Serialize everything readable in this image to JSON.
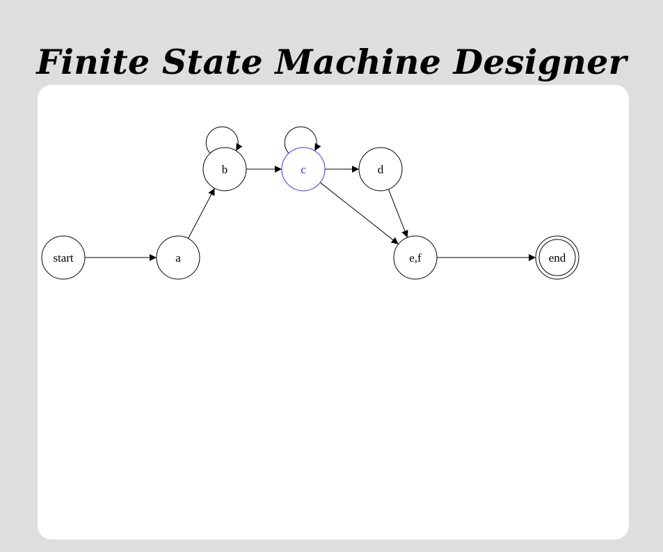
{
  "title": "Finite State Machine Designer",
  "colors": {
    "background": "#dedede",
    "canvas": "#ffffff",
    "default_stroke": "#000000",
    "selected": "#3333ff"
  },
  "fsm": {
    "selected_node": "c",
    "nodes": [
      {
        "id": "start",
        "label": "start",
        "accept": false
      },
      {
        "id": "a",
        "label": "a",
        "accept": false
      },
      {
        "id": "b",
        "label": "b",
        "accept": false
      },
      {
        "id": "c",
        "label": "c",
        "accept": false
      },
      {
        "id": "d",
        "label": "d",
        "accept": false
      },
      {
        "id": "ef",
        "label": "e,f",
        "accept": false
      },
      {
        "id": "end",
        "label": "end",
        "accept": true
      }
    ],
    "links": [
      {
        "from": "start",
        "to": "a"
      },
      {
        "from": "a",
        "to": "b"
      },
      {
        "from": "b",
        "to": "c"
      },
      {
        "from": "c",
        "to": "d"
      },
      {
        "from": "c",
        "to": "ef"
      },
      {
        "from": "d",
        "to": "ef"
      },
      {
        "from": "ef",
        "to": "end"
      },
      {
        "from": "b",
        "to": "b"
      },
      {
        "from": "c",
        "to": "c"
      }
    ]
  }
}
